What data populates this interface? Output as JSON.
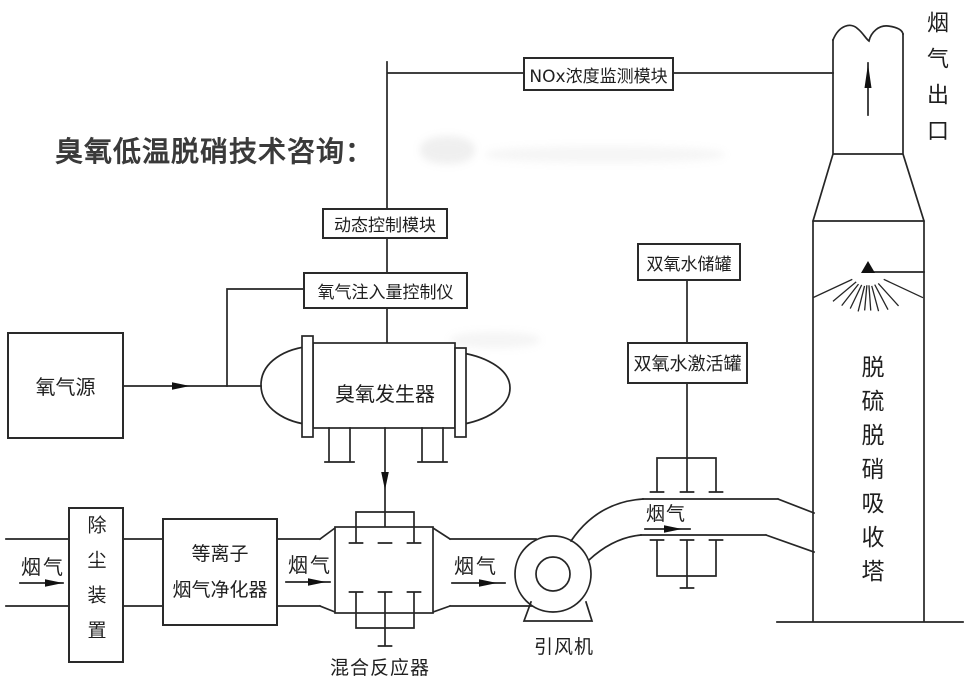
{
  "title": "臭氧低温脱硝技术咨询：",
  "colors": {
    "background": "#ffffff",
    "line": "#262626",
    "title_text": "#3a3a3a",
    "label_text": "#1f1f1f"
  },
  "labels": {
    "flue_gas": "烟气"
  },
  "modules": {
    "nox_monitor": "NOx浓度监测模块",
    "dynamic_control": "动态控制模块",
    "oxygen_injection_controller": "氧气注入量控制仪",
    "oxygen_source": "氧气源",
    "ozone_generator": "臭氧发生器",
    "h2o2_storage_tank": "双氧水储罐",
    "h2o2_activation_tank": "双氧水激活罐",
    "dust_collector": "除尘装置",
    "plasma_purifier": {
      "line1": "等离子",
      "line2": "烟气净化器"
    },
    "mixer": "混合反应器",
    "induced_draft_fan": "引风机",
    "absorption_tower": "脱硫脱硝吸收塔",
    "stack_outlet": "烟气出口"
  }
}
